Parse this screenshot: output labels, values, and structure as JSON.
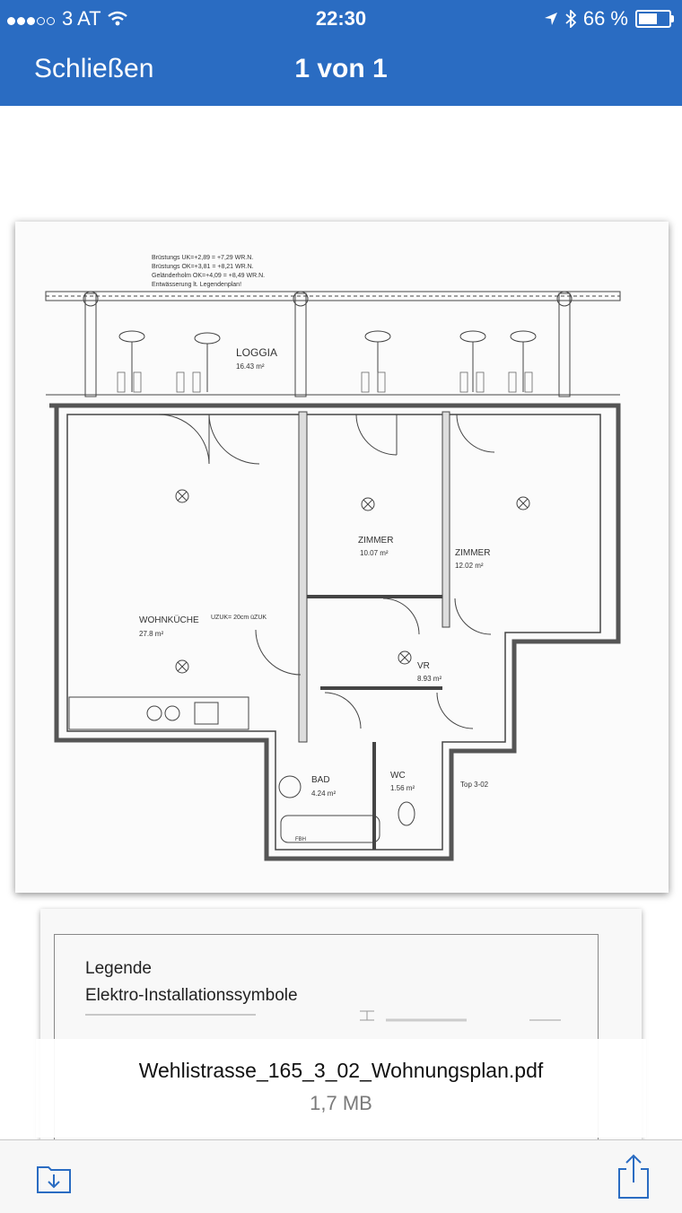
{
  "status_bar": {
    "carrier": "3 AT",
    "time": "22:30",
    "battery_percent": "66 %",
    "battery_level": 0.66
  },
  "nav": {
    "close_label": "Schließen",
    "title": "1 von 1"
  },
  "plan": {
    "notes": [
      "Brüstungs UK=+2,89 = +7,29 WR.N.",
      "Brüstungs OK=+3,81 = +8,21 WR.N.",
      "Geländerholm OK=+4,09 = +8,49 WR.N.",
      "Entwässerung lt. Legendenplan!"
    ],
    "rooms": [
      {
        "name": "LOGGIA",
        "area": "16.43 m²"
      },
      {
        "name": "ZIMMER",
        "area": "10.07 m²"
      },
      {
        "name": "ZIMMER",
        "area": "12.02 m²"
      },
      {
        "name": "WOHNKÜCHE",
        "area": "27.8 m²"
      },
      {
        "name": "VR",
        "area": "8.93 m²"
      },
      {
        "name": "BAD",
        "area": "4.24 m²"
      },
      {
        "name": "WC",
        "area": "1.56 m²"
      }
    ],
    "labels": {
      "fbh": "FBH",
      "uzuk": "UZUK= 20cm üZUK",
      "top": "Top 3-02"
    }
  },
  "legend": {
    "title": "Legende",
    "subtitle": "Elektro-Installationssymbole"
  },
  "file": {
    "name": "Wehlistrasse_165_3_02_Wohnungsplan.pdf",
    "size": "1,7 MB"
  },
  "icons": {
    "save": "download-tray-icon",
    "share": "share-icon"
  },
  "colors": {
    "accent": "#2a6cc2"
  }
}
